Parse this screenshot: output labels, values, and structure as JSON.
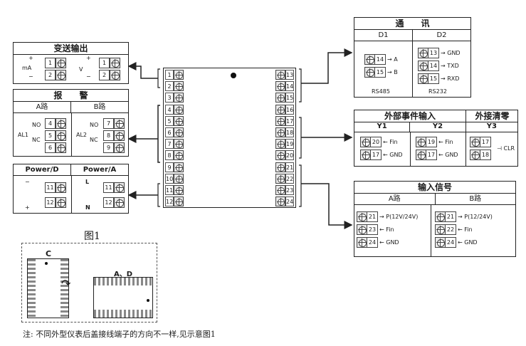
{
  "center_block": {
    "left_terminals": [
      "1",
      "2",
      "3",
      "4",
      "5",
      "6",
      "7",
      "8",
      "9",
      "10",
      "11",
      "12"
    ],
    "right_terminals": [
      "13",
      "14",
      "15",
      "16",
      "17",
      "18",
      "19",
      "20",
      "21",
      "22",
      "23",
      "24"
    ]
  },
  "transmit_output": {
    "title": "变送输出",
    "ma": {
      "label": "mA",
      "plus": "+",
      "minus": "−",
      "terminals": [
        "1",
        "2"
      ]
    },
    "v": {
      "label": "V",
      "plus": "+",
      "minus": "−",
      "terminals": [
        "1",
        "2"
      ]
    }
  },
  "alarm": {
    "title": "报　　警",
    "columns": [
      {
        "label": "A路",
        "relay": "AL1",
        "no": "NO",
        "nc": "NC",
        "terminals": [
          "4",
          "5",
          "6"
        ]
      },
      {
        "label": "B路",
        "relay": "AL2",
        "no": "NO",
        "nc": "NC",
        "terminals": [
          "7",
          "8",
          "9"
        ]
      }
    ]
  },
  "power": {
    "columns": [
      {
        "label": "Power/D",
        "terminals": [
          "11",
          "12"
        ],
        "signs": [
          "−",
          "+"
        ]
      },
      {
        "label": "Power/A",
        "terminals": [
          "11",
          "12"
        ],
        "signs": [
          "L",
          "N"
        ]
      }
    ]
  },
  "comm": {
    "title": "通　　讯",
    "columns": [
      {
        "label": "D1",
        "footer": "RS485",
        "rows": [
          {
            "t": "14",
            "sig": "A"
          },
          {
            "t": "15",
            "sig": "B"
          }
        ]
      },
      {
        "label": "D2",
        "footer": "RS232",
        "rows": [
          {
            "t": "13",
            "sig": "GND"
          },
          {
            "t": "14",
            "sig": "TXD"
          },
          {
            "t": "15",
            "sig": "RXD"
          }
        ]
      }
    ]
  },
  "event_input": {
    "title": "外部事件输入",
    "clear_title": "外接清零",
    "columns": [
      {
        "label": "Y1",
        "rows": [
          {
            "t": "20",
            "sig": "Fin"
          },
          {
            "t": "17",
            "sig": "GND"
          }
        ]
      },
      {
        "label": "Y2",
        "rows": [
          {
            "t": "19",
            "sig": "Fin"
          },
          {
            "t": "17",
            "sig": "GND"
          }
        ]
      },
      {
        "label": "Y3",
        "rows": [
          {
            "t": "17"
          },
          {
            "t": "18"
          }
        ],
        "sig": "CLR"
      }
    ]
  },
  "input_signal": {
    "title": "输入信号",
    "columns": [
      {
        "label": "A路",
        "rows": [
          {
            "t": "21",
            "sig": "P(12V/24V)"
          },
          {
            "t": "23",
            "sig": "Fin"
          },
          {
            "t": "24",
            "sig": "GND"
          }
        ]
      },
      {
        "label": "B路",
        "rows": [
          {
            "t": "21",
            "sig": "P(12/24V)"
          },
          {
            "t": "22",
            "sig": "Fin"
          },
          {
            "t": "24",
            "sig": "GND"
          }
        ]
      }
    ]
  },
  "figure1": {
    "title": "图1",
    "label_c": "C",
    "label_ad": "A、D"
  },
  "note": "注: 不同外型仪表后盖接线端子的方向不一样,见示意图1"
}
